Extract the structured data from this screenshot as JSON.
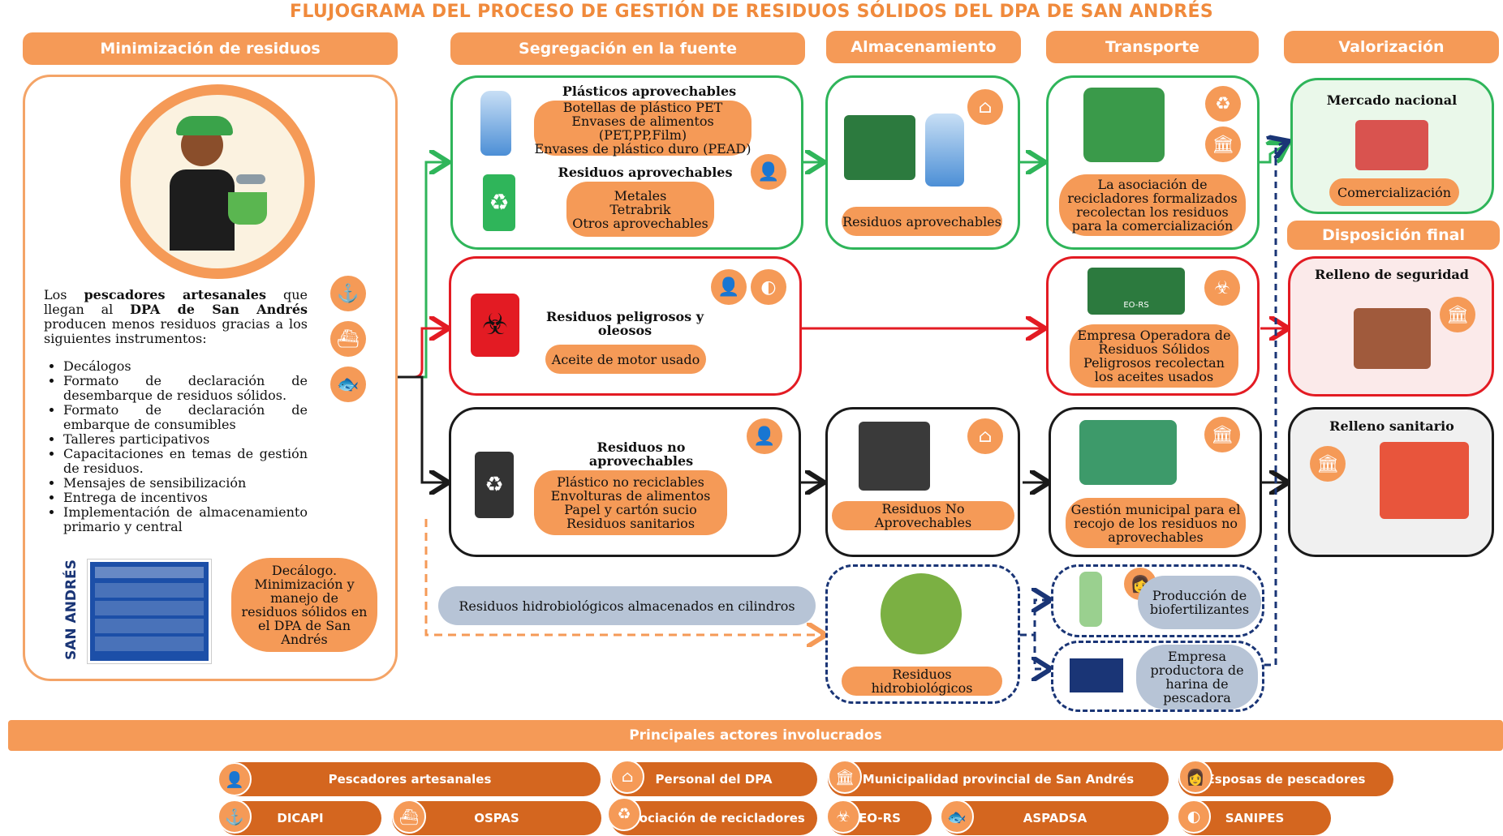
{
  "title": "FLUJOGRAMA DEL PROCESO DE GESTIÓN DE RESIDUOS SÓLIDOS DEL DPA DE SAN ANDRÉS",
  "headers": {
    "minimizacion": "Minimización de residuos",
    "segregacion": "Segregación en la fuente",
    "almacenamiento": "Almacenamiento",
    "transporte": "Transporte",
    "valorizacion": "Valorización",
    "disposicion": "Disposición final",
    "actores": "Principales actores involucrados"
  },
  "minimizacion": {
    "intro_a": "Los ",
    "intro_bold1": "pescadores artesanales",
    "intro_b": " que llegan al ",
    "intro_bold2": "DPA de San Andrés",
    "intro_c": " producen menos residuos gracias a los siguientes instrumentos:",
    "items": [
      "Decálogos",
      "Formato de declaración de desembarque de residuos sólidos.",
      "Formato de declaración de embarque de consumibles",
      "Talleres participativos",
      "Capacitaciones en temas de gestión de residuos.",
      "Mensajes de sensibilización",
      "Entrega de incentivos",
      "Implementación de almacenamiento primario y central"
    ],
    "decalogo_pill": "Decálogo. Minimización y manejo de residuos sólidos en el DPA de San Andrés",
    "poster_side": "SAN ANDRÉS"
  },
  "segregacion": {
    "plasticos_title": "Plásticos aprovechables",
    "plasticos_items": "Botellas de plástico PET\nEnvases de alimentos (PET,PP,Film)\nEnvases de plástico duro (PEAD)",
    "aprov_title": "Residuos aprovechables",
    "aprov_items": "Metales\nTetrabrik\nOtros aprovechables",
    "peligrosos_title": "Residuos peligrosos y oleosos",
    "peligrosos_item": "Aceite de motor usado",
    "noaprov_title": "Residuos no aprovechables",
    "noaprov_items": "Plástico no reciclables\nEnvolturas de alimentos\nPapel y cartón sucio\nResiduos sanitarios",
    "hidro_pill": "Residuos hidrobiológicos almacenados en cilindros",
    "sanipes_label": "SANIPES"
  },
  "almacenamiento": {
    "aprov": "Residuos aprovechables",
    "noaprov": "Residuos No Aprovechables",
    "hidro": "Residuos hidrobiológicos"
  },
  "transporte": {
    "aprov": "La asociación de recicladores formalizados recolectan los residuos para la comercialización",
    "peligrosos": "Empresa Operadora de Residuos Sólidos Peligrosos recolectan los aceites usados",
    "truck_label": "EO-RS",
    "noaprov": "Gestión municipal para el recojo de los residuos no aprovechables",
    "biofert": "Producción de biofertilizantes",
    "harina": "Empresa productora de harina de pescadora"
  },
  "valorizacion": {
    "mercado": "Mercado nacional",
    "comercializacion": "Comercialización"
  },
  "disposicion": {
    "seguridad": "Relleno de seguridad",
    "sanitario": "Relleno sanitario"
  },
  "actores": [
    "Pescadores artesanales",
    "Personal del DPA",
    "Municipalidad provincial de San Andrés",
    "Esposas de pescadores",
    "DICAPI",
    "OSPAS",
    "Asociación de recicladores",
    "EO-RS",
    "ASPADSA",
    "SANIPES"
  ],
  "colors": {
    "orange": "#f59a57",
    "dark_orange": "#d4661f",
    "green": "#2fb55a",
    "red": "#e31b23",
    "navy": "#1a3576"
  }
}
